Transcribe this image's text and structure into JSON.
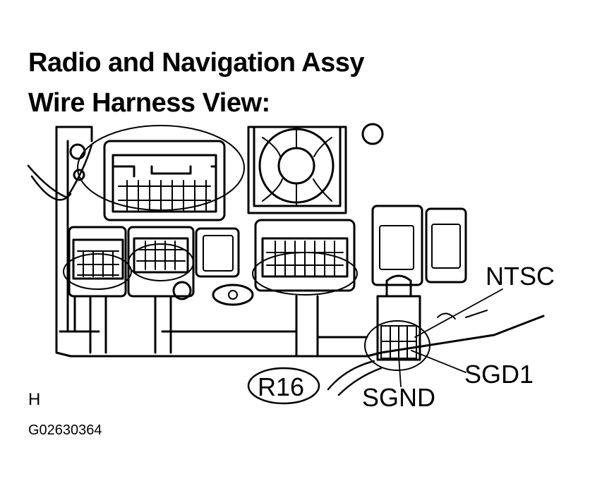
{
  "title_line1": "Radio and Navigation Assy",
  "title_line2": "Wire Harness View:",
  "labels": {
    "ntsc": "NTSC",
    "sgd1": "SGD1",
    "sgnd": "SGND",
    "connector": "R16"
  },
  "corner_mark": "H",
  "figure_id": "G02630364"
}
